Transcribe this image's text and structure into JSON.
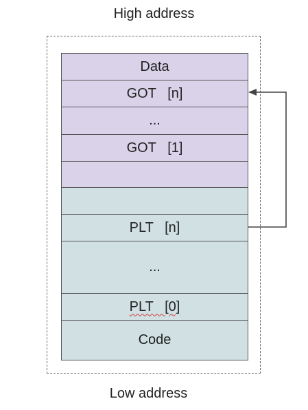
{
  "labels": {
    "high": "High address",
    "low": "Low address"
  },
  "cells": [
    {
      "id": "data",
      "text": "Data",
      "region": "got"
    },
    {
      "id": "got-n",
      "text": "GOT   [n]",
      "region": "got"
    },
    {
      "id": "got-dots",
      "text": "...",
      "region": "got"
    },
    {
      "id": "got-1",
      "text": "GOT   [1]",
      "region": "got"
    },
    {
      "id": "got-empty",
      "text": "",
      "region": "got"
    },
    {
      "id": "plt-empty",
      "text": "",
      "region": "plt"
    },
    {
      "id": "plt-n",
      "text": "PLT   [n]",
      "region": "plt"
    },
    {
      "id": "plt-dots",
      "text": "...",
      "region": "plt"
    },
    {
      "id": "plt-0",
      "text": "PLT   [0]",
      "region": "plt"
    },
    {
      "id": "code",
      "text": "Code",
      "region": "plt"
    }
  ],
  "colors": {
    "got_region": "#d9d2e9",
    "plt_region": "#d0e0e3",
    "border": "#555555",
    "arrow": "#444444"
  },
  "arrow": {
    "from": "plt-n",
    "to": "got-n"
  }
}
